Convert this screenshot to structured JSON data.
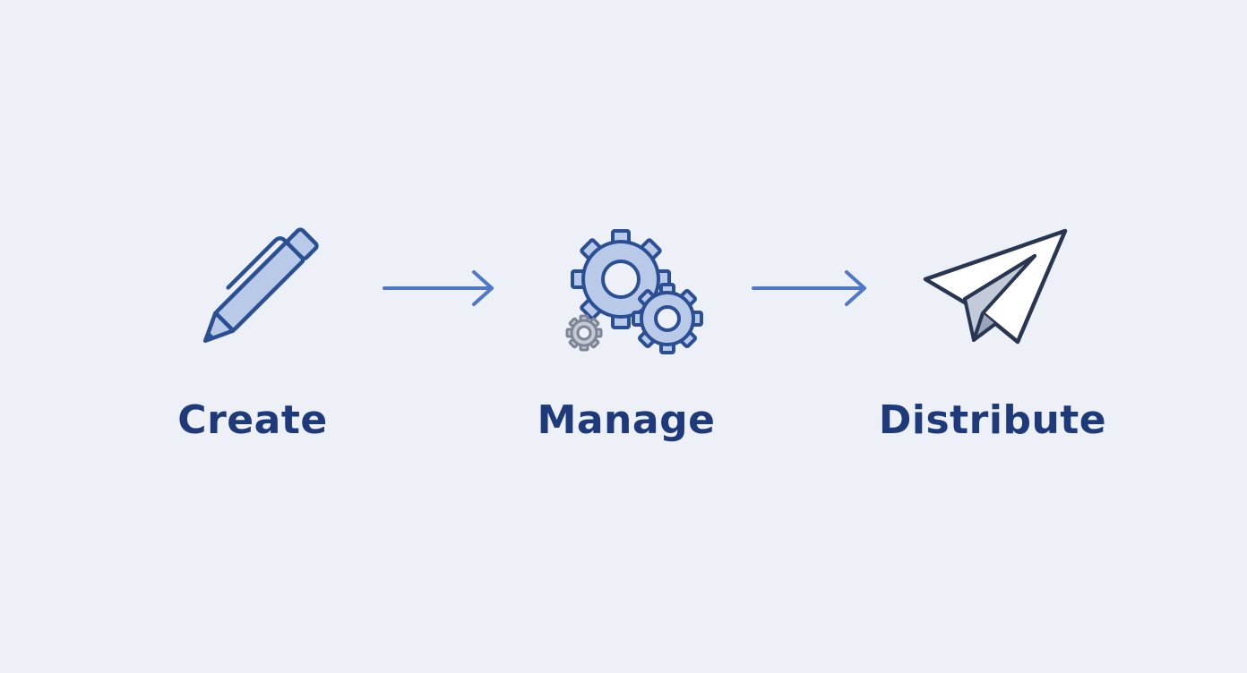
{
  "colors": {
    "background": "#edf1f7",
    "label_text": "#1f3a7a",
    "arrow": "#4f79c8",
    "icon_stroke": "#2b4f95",
    "icon_fill": "#b9c9e8",
    "gear_small": "#7d8596",
    "plane_stroke": "#283651"
  },
  "steps": [
    {
      "label": "Create",
      "icon": "pencil-icon"
    },
    {
      "label": "Manage",
      "icon": "gears-icon"
    },
    {
      "label": "Distribute",
      "icon": "paper-plane-icon"
    }
  ],
  "connectors": [
    "arrow-right-icon",
    "arrow-right-icon"
  ]
}
